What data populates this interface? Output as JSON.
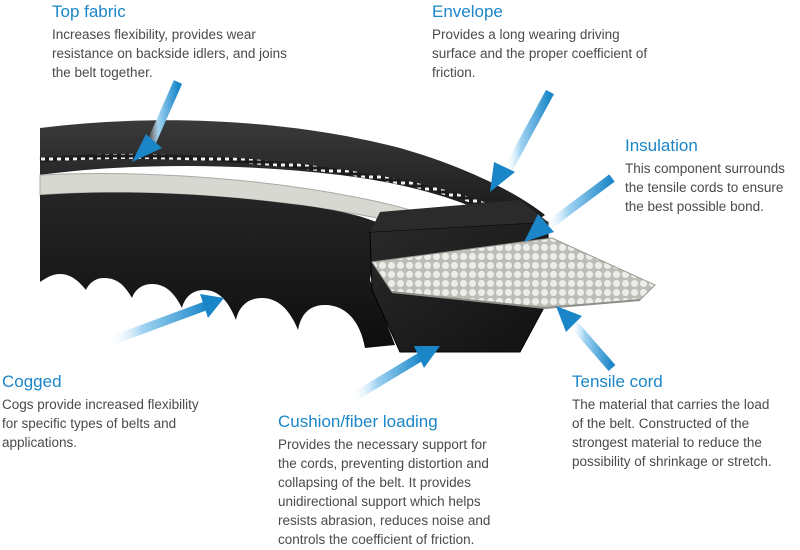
{
  "callouts": {
    "top_fabric": {
      "title": "Top fabric",
      "description": "Increases flexibility, provides wear\nresistance on backside idlers, and joins\nthe belt together."
    },
    "envelope": {
      "title": "Envelope",
      "description": "Provides a long wearing driving\nsurface and the proper coefficient of\nfriction."
    },
    "insulation": {
      "title": "Insulation",
      "description": "This component surrounds\nthe tensile cords to ensure\nthe best possible bond."
    },
    "cogged": {
      "title": "Cogged",
      "description": "Cogs provide increased flexibility\nfor specific types of belts and\napplications."
    },
    "cushion": {
      "title": "Cushion/fiber loading",
      "description": "Provides the necessary support for\nthe cords, preventing distortion and\ncollapsing of the belt. It provides\nunidirectional support which helps\nresists abrasion, reduces noise and\ncontrols the coefficient of friction."
    },
    "tensile_cord": {
      "title": "Tensile cord",
      "description": "The material that carries the load\nof the belt. Constructed of the\nstrongest material to reduce the\npossibility of shrinkage or stretch."
    }
  },
  "colors": {
    "accent": "#1a86c8",
    "belt": "#1c1c1c",
    "cord": "#d9d9d4",
    "text": "#4a4a4a"
  }
}
